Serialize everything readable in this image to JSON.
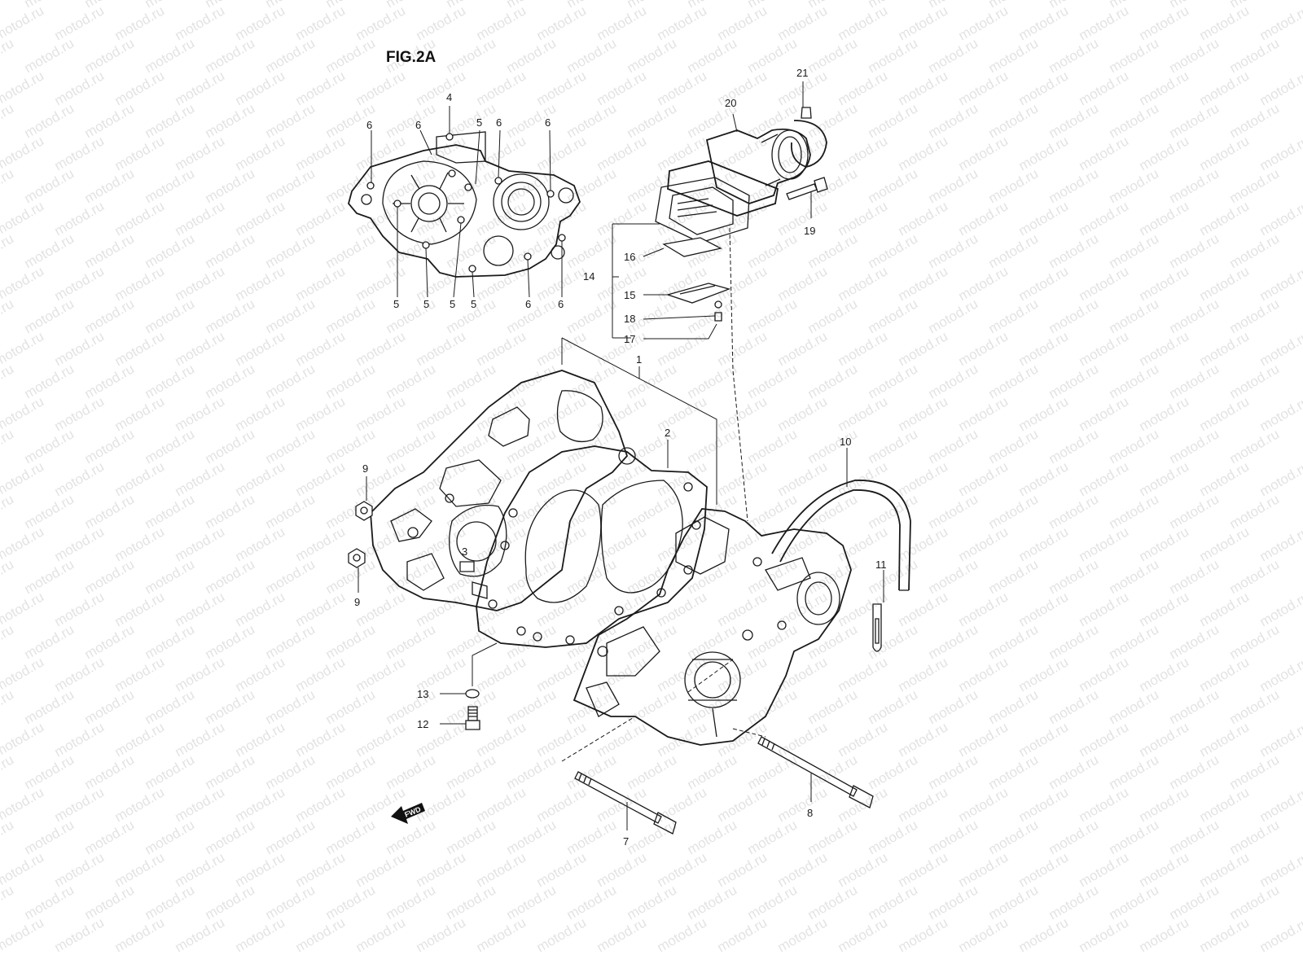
{
  "figure": {
    "title": "FIG.2A",
    "watermark": "motod.ru",
    "fwd_label": "FWD"
  },
  "callouts": {
    "c1": "1",
    "c2": "2",
    "c3": "3",
    "c4": "4",
    "c5a": "5",
    "c5b": "5",
    "c5c": "5",
    "c5d": "5",
    "c5e": "5",
    "c6a": "6",
    "c6b": "6",
    "c6c": "6",
    "c6d": "6",
    "c6e": "6",
    "c6f": "6",
    "c7": "7",
    "c8": "8",
    "c9a": "9",
    "c9b": "9",
    "c10": "10",
    "c11": "11",
    "c12": "12",
    "c13": "13",
    "c14": "14",
    "c15": "15",
    "c16": "16",
    "c17": "17",
    "c18": "18",
    "c19": "19",
    "c20": "20",
    "c21": "21"
  }
}
